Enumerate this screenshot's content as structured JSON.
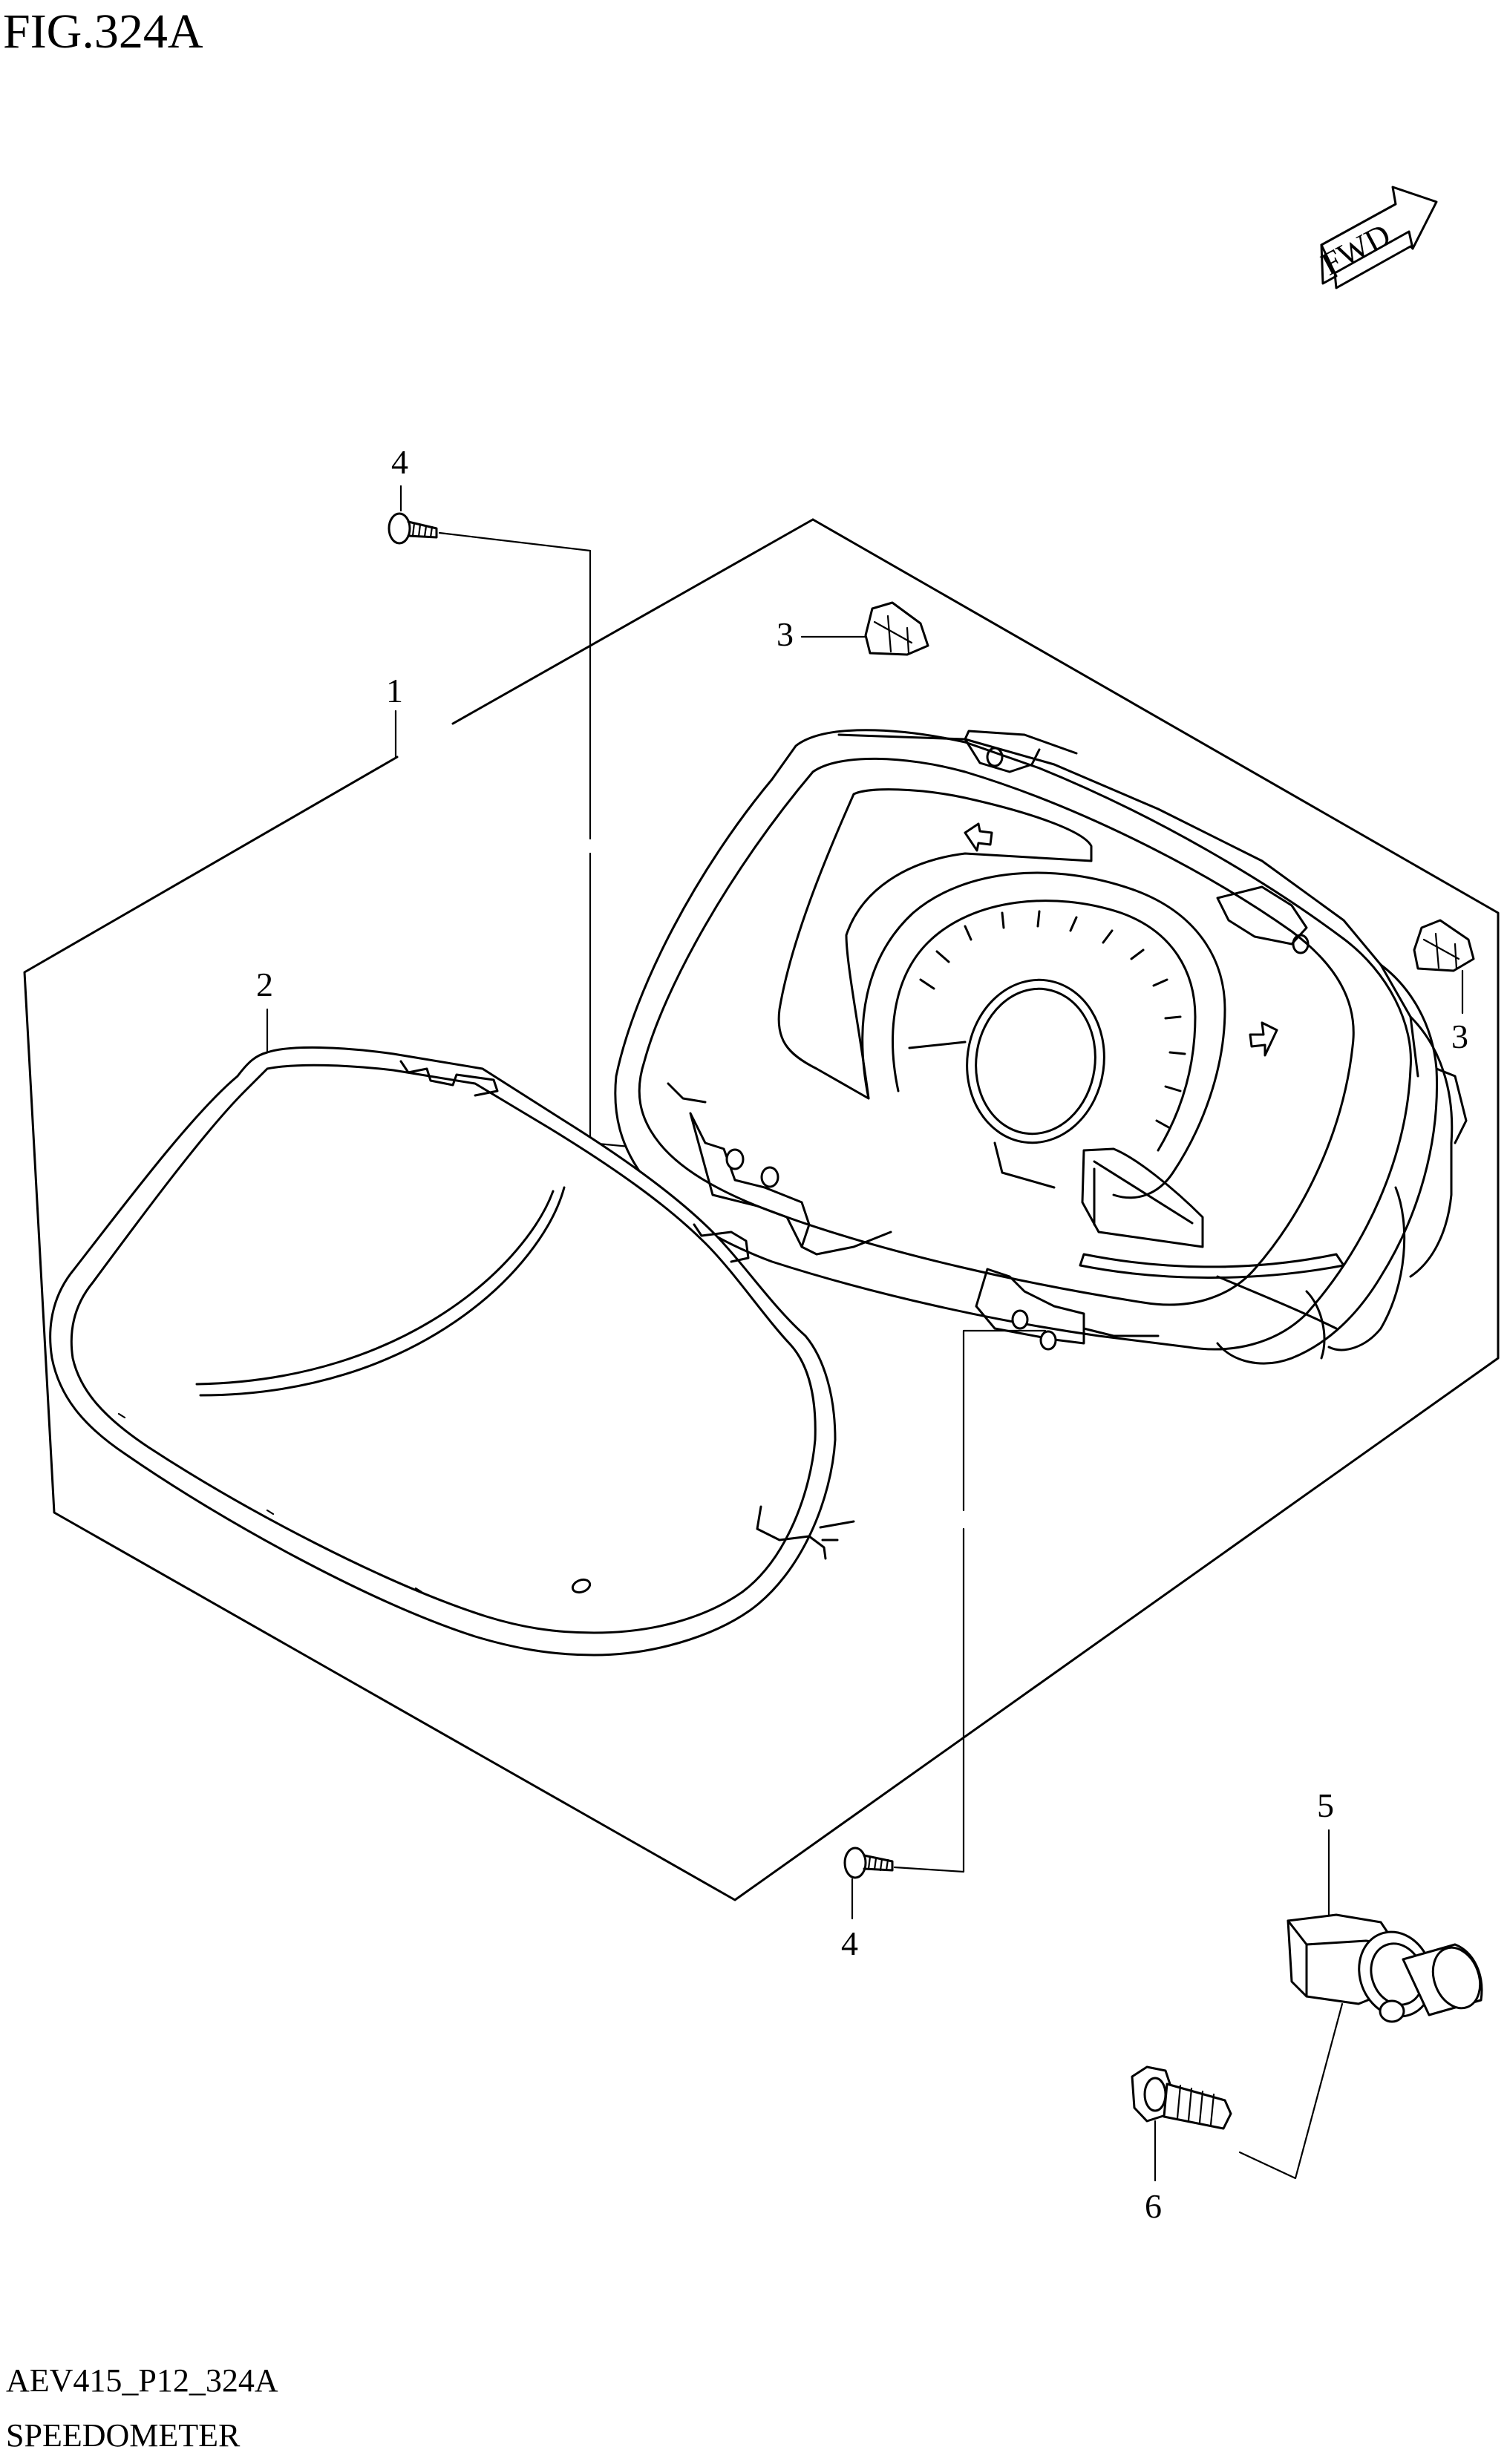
{
  "figure": {
    "title": "FIG.324A"
  },
  "direction_badge": {
    "text": "FWD"
  },
  "callouts": [
    {
      "id": "bolt-top",
      "number": "4"
    },
    {
      "id": "assembly",
      "number": "1"
    },
    {
      "id": "clip-top",
      "number": "3"
    },
    {
      "id": "lens-cover",
      "number": "2"
    },
    {
      "id": "clip-right",
      "number": "3"
    },
    {
      "id": "bolt-bottom",
      "number": "4"
    },
    {
      "id": "sensor",
      "number": "5"
    },
    {
      "id": "sensor-bolt",
      "number": "6"
    }
  ],
  "footer": {
    "code": "AEV415_P12_324A",
    "name": "SPEEDOMETER"
  }
}
